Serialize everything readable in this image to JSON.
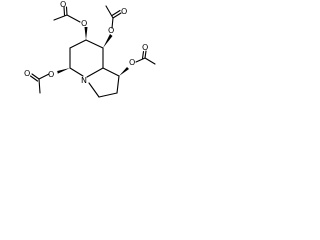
{
  "molecule": {
    "atoms": {
      "ring_nitrogen": "N",
      "o_link_top_left": "O",
      "o_link_top_right": "O",
      "o_link_left": "O",
      "o_link_right": "O",
      "carbonyl_o_top_left": "O",
      "carbonyl_o_top_right": "O",
      "carbonyl_o_left": "O",
      "carbonyl_o_right": "O"
    },
    "stereo_wedges": 4,
    "colors": {
      "bond": "#000000",
      "background": "#ffffff"
    }
  }
}
